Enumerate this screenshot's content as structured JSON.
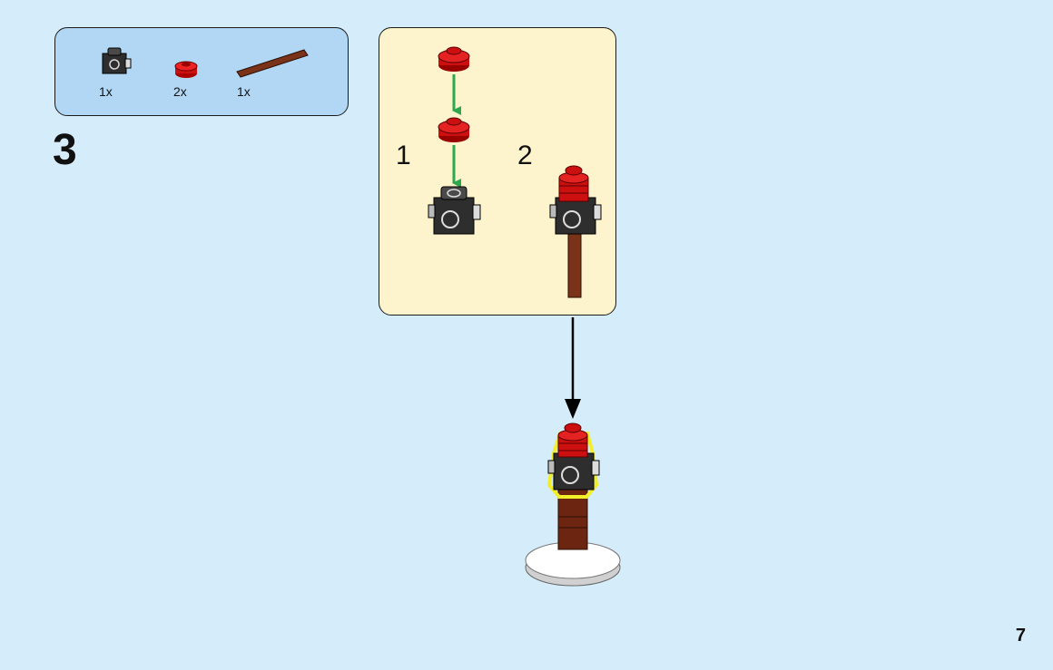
{
  "step": "3",
  "page": "7",
  "parts": [
    {
      "name": "brick-modified-studs-on-sides",
      "color": "#3a3a3a",
      "qty": "1x"
    },
    {
      "name": "round-plate-1x1",
      "color": "#cc1010",
      "qty": "2x"
    },
    {
      "name": "bar",
      "color": "#7a3218",
      "qty": "1x"
    }
  ],
  "substeps": [
    "1",
    "2"
  ],
  "colors": {
    "page_background": "#d5ecfb",
    "parts_box": "#b1d7f4",
    "substep_box": "#fdf3cc",
    "green_arrow": "#2ea84f",
    "highlight": "#f2ef2a"
  }
}
